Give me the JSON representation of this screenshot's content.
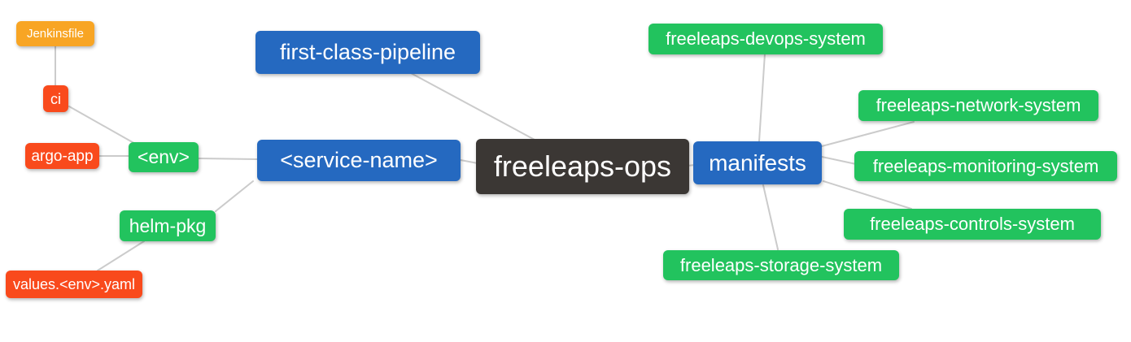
{
  "diagram": {
    "type": "mindmap",
    "root_label": "freeleaps-ops",
    "colors": {
      "root": "#3b3734",
      "blue": "#2569c0",
      "green": "#22c35e",
      "red": "#f94a1c",
      "orange": "#f8a524",
      "edge": "#cbcbcb",
      "text": "#ffffff",
      "background": "#ffffff"
    },
    "nodes": [
      {
        "id": "jenkinsfile",
        "label": "Jenkinsfile",
        "color": "orange"
      },
      {
        "id": "ci",
        "label": "ci",
        "color": "red"
      },
      {
        "id": "argo-app",
        "label": "argo-app",
        "color": "red"
      },
      {
        "id": "env",
        "label": "<env>",
        "color": "green"
      },
      {
        "id": "first-class-pipeline",
        "label": "first-class-pipeline",
        "color": "blue"
      },
      {
        "id": "service-name",
        "label": "<service-name>",
        "color": "blue"
      },
      {
        "id": "helm-pkg",
        "label": "helm-pkg",
        "color": "green"
      },
      {
        "id": "values-env-yaml",
        "label": "values.<env>.yaml",
        "color": "red"
      },
      {
        "id": "freeleaps-ops",
        "label": "freeleaps-ops",
        "color": "root"
      },
      {
        "id": "manifests",
        "label": "manifests",
        "color": "blue"
      },
      {
        "id": "freeleaps-devops-system",
        "label": "freeleaps-devops-system",
        "color": "green"
      },
      {
        "id": "freeleaps-network-system",
        "label": "freeleaps-network-system",
        "color": "green"
      },
      {
        "id": "freeleaps-monitoring-system",
        "label": "freeleaps-monitoring-system",
        "color": "green"
      },
      {
        "id": "freeleaps-controls-system",
        "label": "freeleaps-controls-system",
        "color": "green"
      },
      {
        "id": "freeleaps-storage-system",
        "label": "freeleaps-storage-system",
        "color": "green"
      }
    ],
    "edges": [
      {
        "from": "Jenkinsfile",
        "to": "ci"
      },
      {
        "from": "ci",
        "to": "<env>"
      },
      {
        "from": "argo-app",
        "to": "<env>"
      },
      {
        "from": "<env>",
        "to": "<service-name>"
      },
      {
        "from": "<service-name>",
        "to": "helm-pkg"
      },
      {
        "from": "helm-pkg",
        "to": "values.<env>.yaml"
      },
      {
        "from": "<service-name>",
        "to": "freeleaps-ops"
      },
      {
        "from": "first-class-pipeline",
        "to": "freeleaps-ops"
      },
      {
        "from": "freeleaps-ops",
        "to": "manifests"
      },
      {
        "from": "manifests",
        "to": "freeleaps-devops-system"
      },
      {
        "from": "manifests",
        "to": "freeleaps-network-system"
      },
      {
        "from": "manifests",
        "to": "freeleaps-monitoring-system"
      },
      {
        "from": "manifests",
        "to": "freeleaps-controls-system"
      },
      {
        "from": "manifests",
        "to": "freeleaps-storage-system"
      }
    ]
  }
}
